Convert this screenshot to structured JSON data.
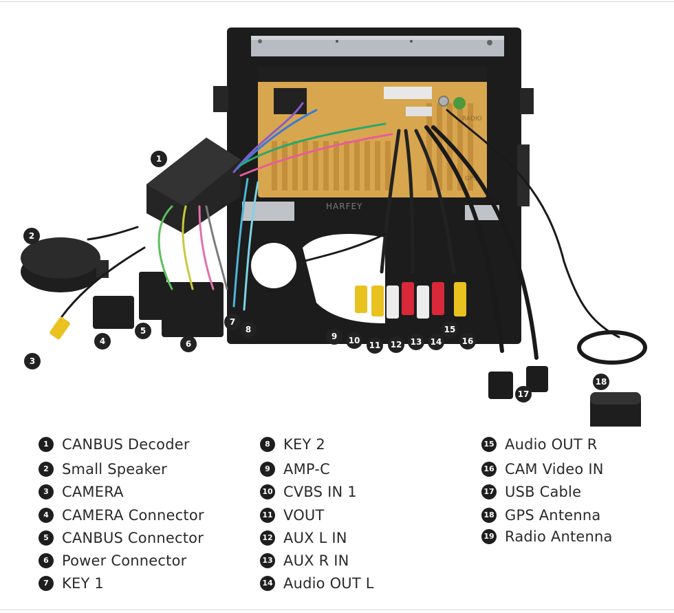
{
  "brand_watermark": "HARFEY",
  "radio_label": "RADIO",
  "gps_label": "GPS",
  "callouts": [
    "1",
    "2",
    "3",
    "4",
    "5",
    "6",
    "7",
    "8",
    "9",
    "10",
    "11",
    "12",
    "13",
    "14",
    "15",
    "16",
    "17",
    "18"
  ],
  "legend": {
    "col1": [
      {
        "num": "1",
        "label": "CANBUS Decoder"
      },
      {
        "num": "2",
        "label": "Small Speaker"
      },
      {
        "num": "3",
        "label": "CAMERA"
      },
      {
        "num": "4",
        "label": "CAMERA Connector"
      },
      {
        "num": "5",
        "label": "CANBUS Connector"
      },
      {
        "num": "6",
        "label": "Power Connector"
      },
      {
        "num": "7",
        "label": "KEY 1"
      }
    ],
    "col2": [
      {
        "num": "8",
        "label": "KEY 2"
      },
      {
        "num": "9",
        "label": "AMP-C"
      },
      {
        "num": "10",
        "label": "CVBS IN 1"
      },
      {
        "num": "11",
        "label": "VOUT"
      },
      {
        "num": "12",
        "label": "AUX L IN"
      },
      {
        "num": "13",
        "label": "AUX R IN"
      },
      {
        "num": "14",
        "label": "Audio OUT L"
      }
    ],
    "col3": [
      {
        "num": "15",
        "label": "Audio OUT R"
      },
      {
        "num": "16",
        "label": "CAM Video IN"
      },
      {
        "num": "17",
        "label": "USB Cable"
      },
      {
        "num": "18",
        "label": "GPS Antenna"
      },
      {
        "num": "19",
        "label": "Radio Antenna"
      }
    ]
  }
}
